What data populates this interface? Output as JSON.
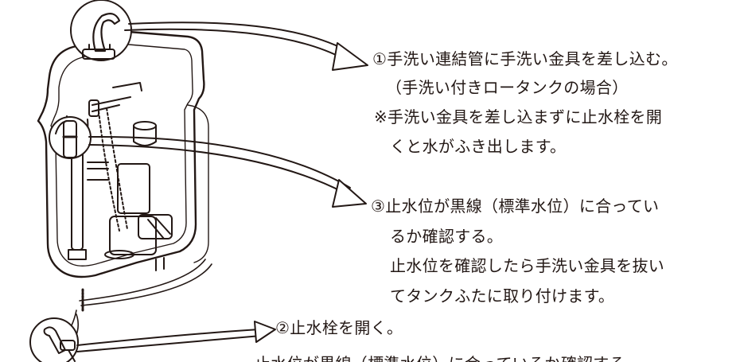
{
  "colors": {
    "line": "#231815",
    "background": "#ffffff"
  },
  "steps": {
    "step1": {
      "title": "①手洗い連結管に手洗い金具を差し込む。",
      "sub": "（手洗い付きロータンクの場合）",
      "note_line1": "※手洗い金具を差し込まずに止水栓を開",
      "note_line2": "くと水がふき出します。"
    },
    "step3": {
      "title": "③止水位が黒線（標準水位）に合ってい",
      "line2": "るか確認する。",
      "line3": "止水位を確認したら手洗い金具を抜い",
      "line4": "てタンクふたに取り付けます。"
    },
    "step2": {
      "title": "②止水栓を開く。"
    },
    "cutoff_text": "止水位が黒線（標準水位）に合っているか確認する。"
  },
  "icons": [
    "toilet-tank-cutaway-icon",
    "hand-wash-faucet-icon",
    "overflow-pipe-icon",
    "stop-valve-icon"
  ]
}
